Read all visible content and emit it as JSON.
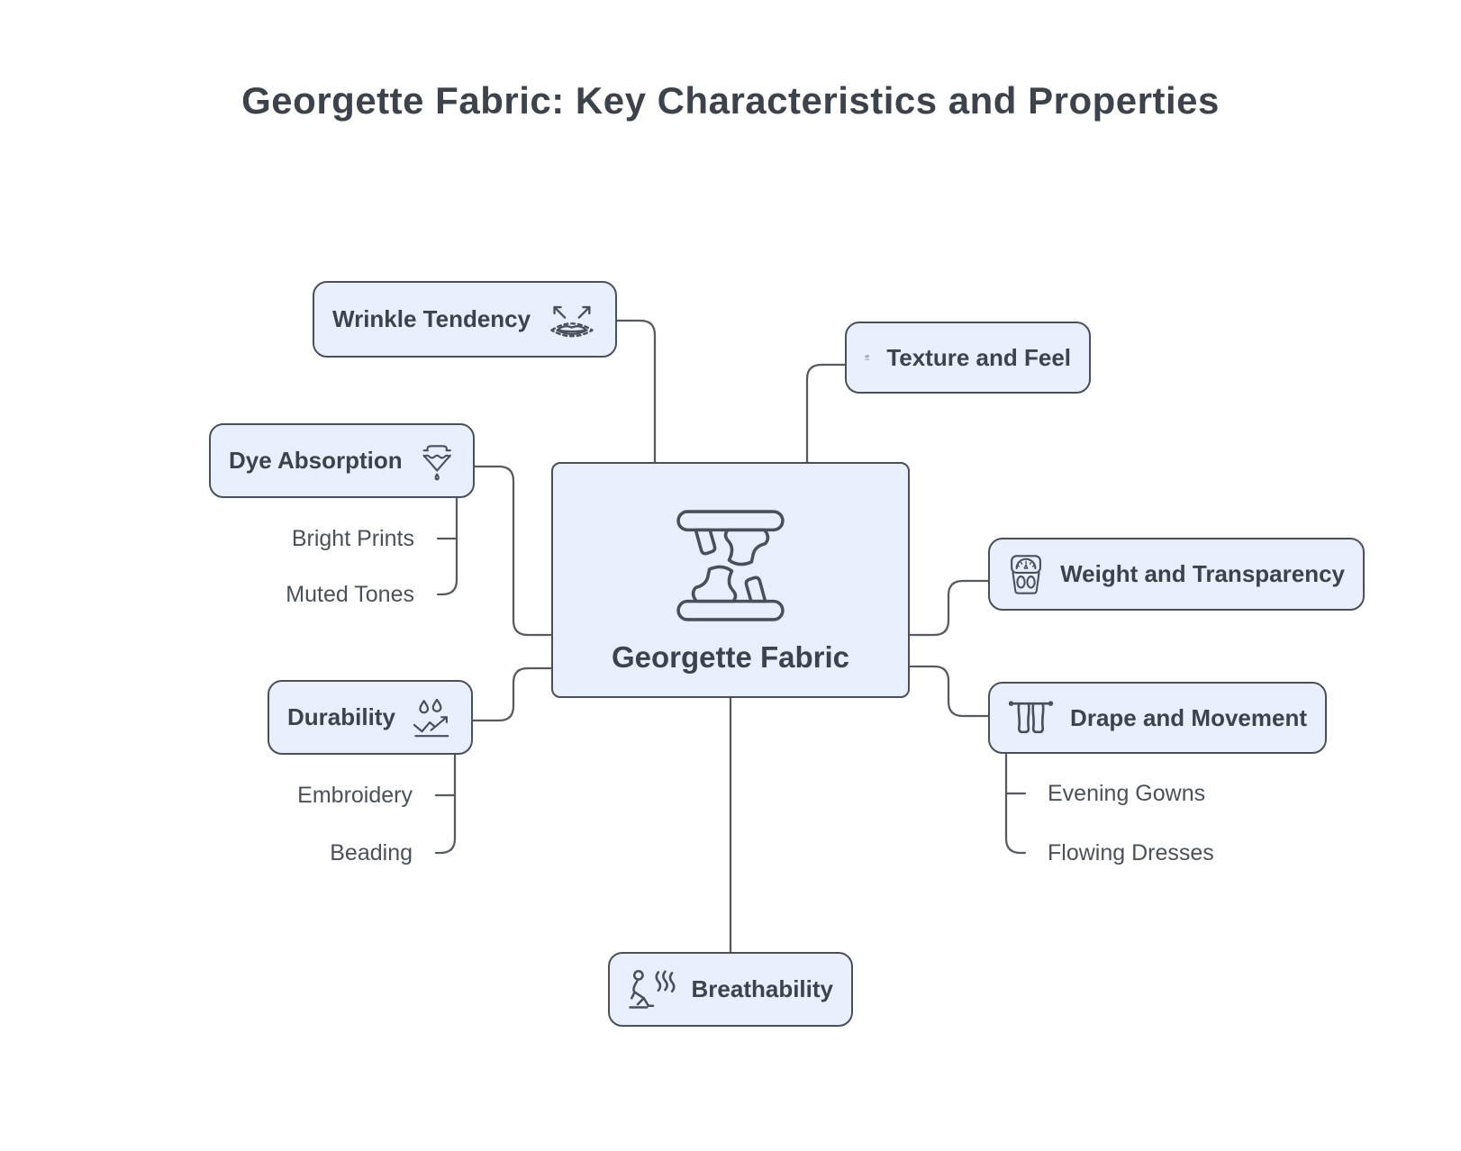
{
  "title": "Georgette Fabric: Key Characteristics and Properties",
  "center": {
    "label": "Georgette Fabric",
    "icon": "torn-fabric-icon"
  },
  "branches": {
    "wrinkle": {
      "label": "Wrinkle Tendency",
      "icon": "stretch-arrows-lips-icon",
      "children": []
    },
    "texture": {
      "label": "Texture and Feel",
      "icon": "fabric-swatch-texture-icon",
      "children": []
    },
    "dye": {
      "label": "Dye Absorption",
      "icon": "dye-funnel-droplet-icon",
      "children": [
        "Bright Prints",
        "Muted Tones"
      ]
    },
    "durability": {
      "label": "Durability",
      "icon": "water-repellent-icon",
      "children": [
        "Embroidery",
        "Beading"
      ]
    },
    "weight": {
      "label": "Weight and Transparency",
      "icon": "weighing-scale-icon",
      "children": []
    },
    "drape": {
      "label": "Drape and Movement",
      "icon": "curtains-icon",
      "children": [
        "Evening Gowns",
        "Flowing Dresses"
      ]
    },
    "breathability": {
      "label": "Breathability",
      "icon": "person-steam-icon",
      "children": []
    }
  },
  "colors": {
    "background": "#ffffff",
    "node_fill": "#e9effc",
    "node_border": "#4a505a",
    "label_text": "#3d434c",
    "sub_text": "#4b5158",
    "connector": "#565b62"
  }
}
